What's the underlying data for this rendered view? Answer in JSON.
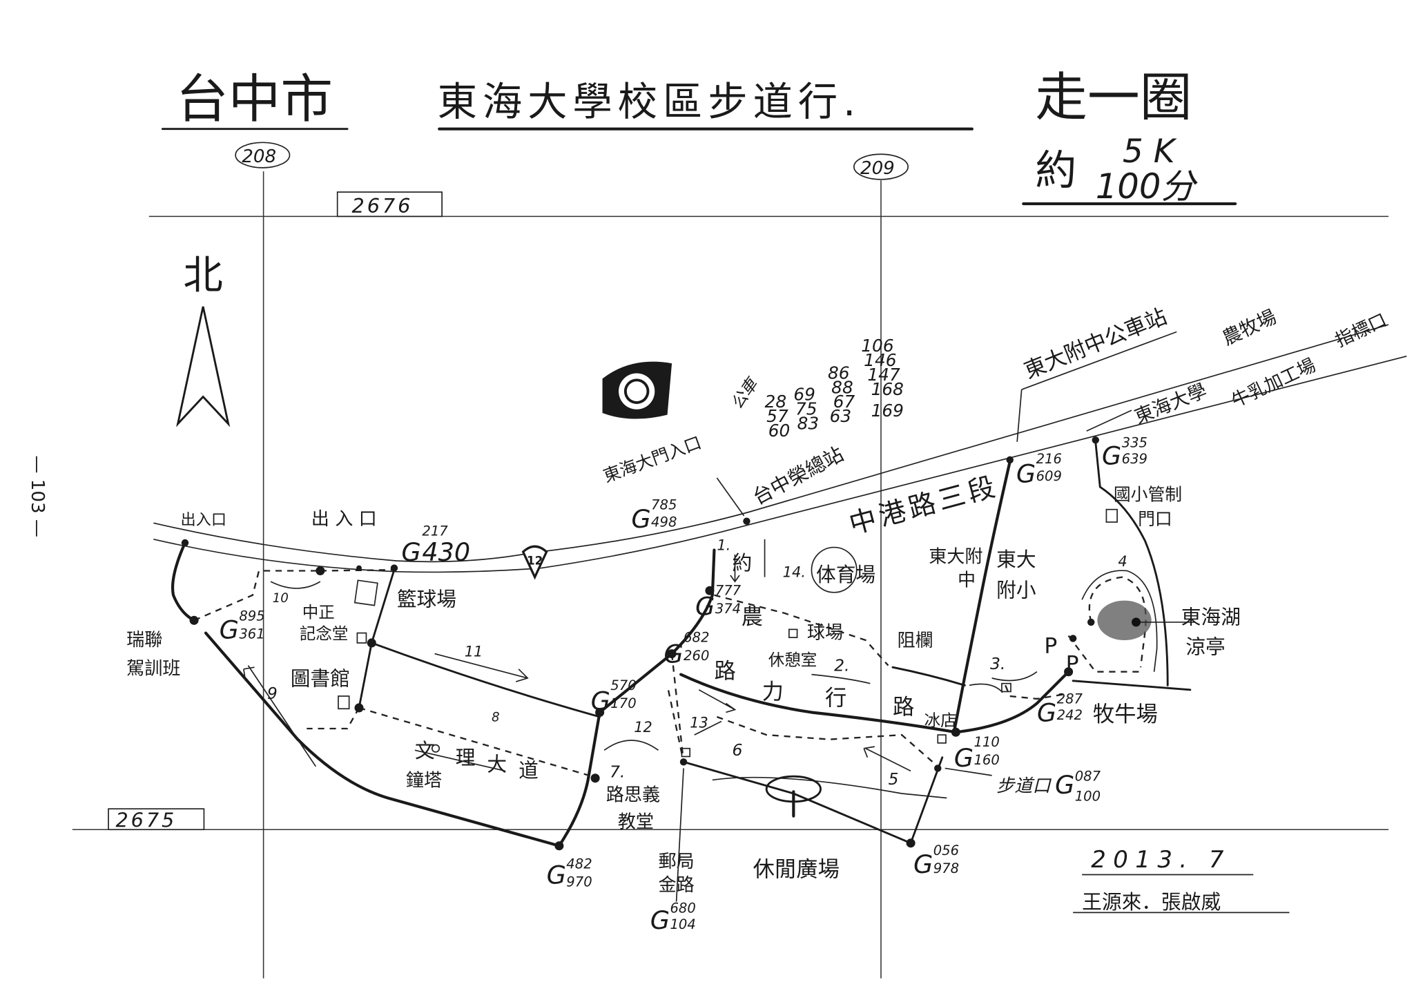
{
  "title": {
    "city": "台中市",
    "main": "東海大學校區步道行.",
    "loop": "走一圈",
    "about": "約",
    "distance": "5 K",
    "duration": "100分"
  },
  "page_number": "— 103 —",
  "north": "北",
  "grid": {
    "col_left": "208",
    "col_right": "209",
    "row_top": "2676",
    "row_bottom": "2675"
  },
  "road": {
    "name": "中港路三段",
    "route_number": "12"
  },
  "bus": {
    "label": "公車",
    "columns": [
      [
        "28",
        "57",
        "60"
      ],
      [
        "69",
        "75",
        "83"
      ],
      [
        "86",
        "88",
        "67",
        "63"
      ],
      [
        "106",
        "146",
        "147",
        "168",
        "169"
      ]
    ]
  },
  "places": {
    "entrance_left": "出入口",
    "entrance_mid": "出 入 口",
    "driving_school_1": "瑞聯",
    "driving_school_2": "駕訓班",
    "memorial_1": "中正",
    "memorial_2": "記念堂",
    "basketball": "籃球場",
    "library": "圖書館",
    "avenue": [
      "文",
      "理",
      "大",
      "道"
    ],
    "clock_tower": "鐘塔",
    "chapel_1": "路思義",
    "chapel_2": "教堂",
    "plaza": "休閒廣場",
    "post_1": "郵局",
    "post_2": "金路",
    "main_gate": "東海大門入口",
    "vghtc_stop": "台中榮總站",
    "stadium": "体育場",
    "approx": "約",
    "nong_road": [
      "農",
      "路"
    ],
    "lixing_road": [
      "力",
      "行",
      "路"
    ],
    "rest_room": "休憩室",
    "ball_field": "球場",
    "barrier": "阻欄",
    "ice_shop": "冰店",
    "high_school_1": "東大附",
    "high_school_2": "中",
    "primary_1": "東大",
    "primary_2": "附小",
    "bus_station": "東大附中公車站",
    "thu": "東海大學",
    "farm": "農牧場",
    "dairy": "牛乳加工場",
    "flag_gate": "指標口",
    "school_gate_1": "國小管制",
    "school_gate_2": "門口",
    "lake_1": "東海湖",
    "lake_2": "涼亭",
    "pasture": "牧牛場",
    "trail_head": "步道口",
    "parking": "P"
  },
  "waypoints": [
    {
      "top": "217",
      "bottom": "430"
    },
    {
      "top": "895",
      "bottom": "361"
    },
    {
      "top": "785",
      "bottom": "498"
    },
    {
      "top": "216",
      "bottom": "609"
    },
    {
      "top": "335",
      "bottom": "639"
    },
    {
      "top": "777",
      "bottom": "374"
    },
    {
      "top": "682",
      "bottom": "260"
    },
    {
      "top": "570",
      "bottom": "170"
    },
    {
      "top": "287",
      "bottom": "242"
    },
    {
      "top": "110",
      "bottom": "160"
    },
    {
      "top": "087",
      "bottom": "100"
    },
    {
      "top": "482",
      "bottom": "970"
    },
    {
      "top": "680",
      "bottom": "104"
    },
    {
      "top": "056",
      "bottom": "978"
    }
  ],
  "gps_prefix": "G",
  "segments": [
    "1.",
    "2.",
    "3.",
    "4",
    "5",
    "6",
    "7.",
    "8",
    "9",
    "10",
    "11",
    "12",
    "13",
    "14."
  ],
  "date": "2013. 7",
  "authors": "王源來．張啟威"
}
